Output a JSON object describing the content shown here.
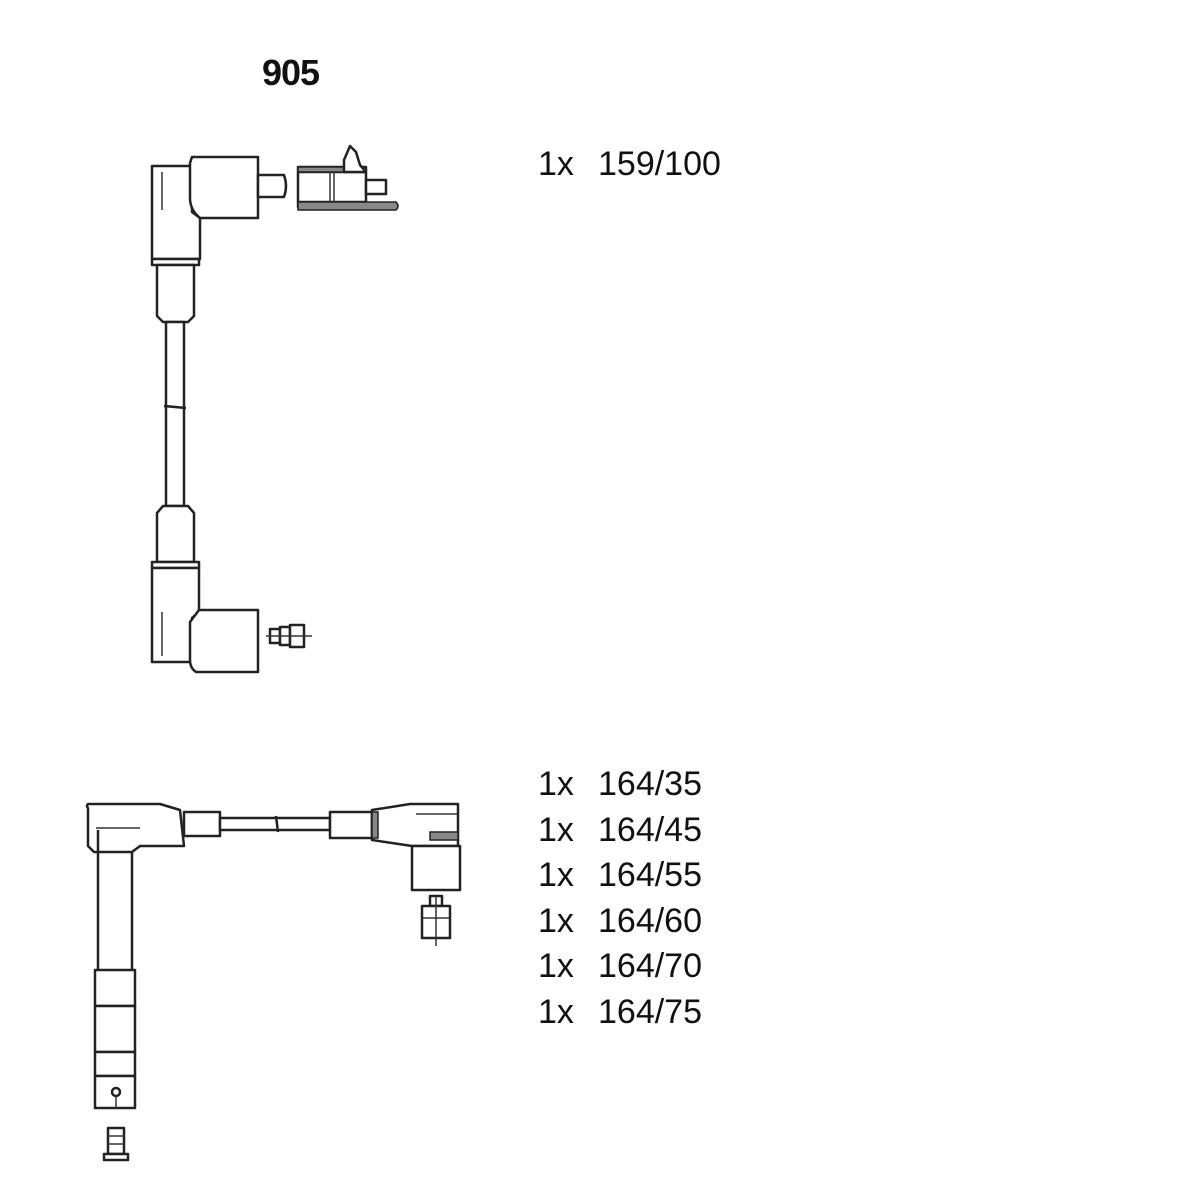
{
  "title": "905",
  "parts_top": [
    {
      "qty": "1x",
      "part": "159/100"
    }
  ],
  "parts_bottom": [
    {
      "qty": "1x",
      "part": "164/35"
    },
    {
      "qty": "1x",
      "part": "164/45"
    },
    {
      "qty": "1x",
      "part": "164/55"
    },
    {
      "qty": "1x",
      "part": "164/60"
    },
    {
      "qty": "1x",
      "part": "164/70"
    },
    {
      "qty": "1x",
      "part": "164/75"
    }
  ],
  "colors": {
    "line": "#222222",
    "background": "#ffffff"
  }
}
